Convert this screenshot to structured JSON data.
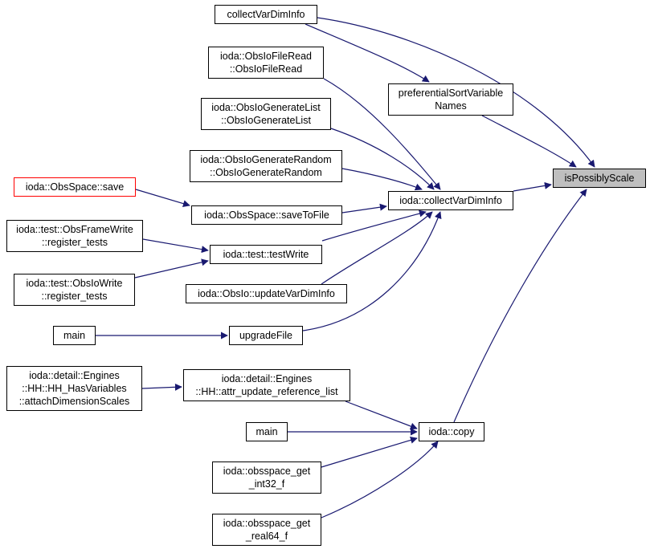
{
  "colors": {
    "edge": "#191970",
    "node_border": "#000000",
    "focus_fill": "#bfbfbf",
    "red_border": "#ff0000"
  },
  "nodes": {
    "collect_var_dim_info": "collectVarDimInfo",
    "obs_io_file_read": "ioda::ObsIoFileRead\n::ObsIoFileRead",
    "preferential_sort": "preferentialSortVariable\nNames",
    "obs_io_generate_list": "ioda::ObsIoGenerateList\n::ObsIoGenerateList",
    "obs_io_generate_random": "ioda::ObsIoGenerateRandom\n::ObsIoGenerateRandom",
    "is_possibly_scale": "isPossiblyScale",
    "obs_space_save": "ioda::ObsSpace::save",
    "obs_space_save_to_file": "ioda::ObsSpace::saveToFile",
    "ioda_collect_var_dim_info": "ioda::collectVarDimInfo",
    "obs_frame_write_register": "ioda::test::ObsFrameWrite\n::register_tests",
    "test_write": "ioda::test::testWrite",
    "obs_io_write_register": "ioda::test::ObsIoWrite\n::register_tests",
    "obs_io_update_var_dim_info": "ioda::ObsIo::updateVarDimInfo",
    "main_1": "main",
    "upgrade_file": "upgradeFile",
    "attach_dimension_scales": "ioda::detail::Engines\n::HH::HH_HasVariables\n::attachDimensionScales",
    "attr_update_reference_list": "ioda::detail::Engines\n::HH::attr_update_reference_list",
    "main_2": "main",
    "ioda_copy": "ioda::copy",
    "obsspace_get_int32": "ioda::obsspace_get\n_int32_f",
    "obsspace_get_real64": "ioda::obsspace_get\n_real64_f"
  }
}
